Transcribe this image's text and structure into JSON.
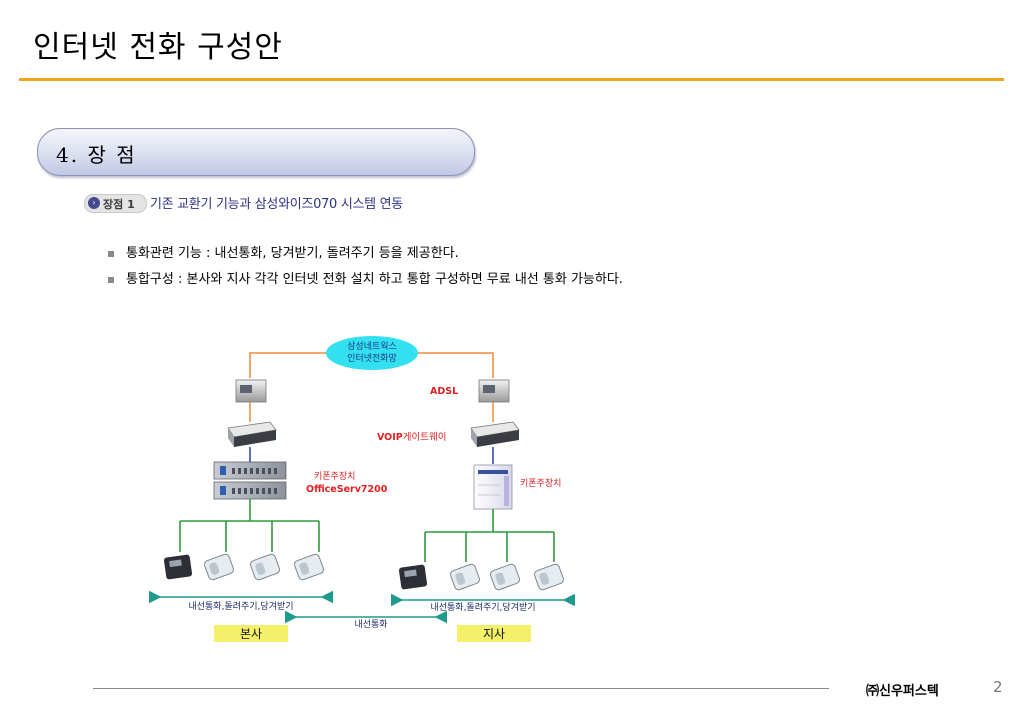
{
  "page": {
    "title": "인터넷 전화 구성안",
    "section": "4. 장 점",
    "badge_label": "장점 1",
    "subhead": "기존 교환기 기능과 삼성와이즈070 시스템 연동",
    "bullets": [
      "통화관련 기능 : 내선통화, 당겨받기, 돌려주기 등을 제공한다.",
      "통합구성 : 본사와 지사 각각 인터넷 전화 설치 하고 통합 구성하면  무료 내선 통화 가능하다."
    ]
  },
  "diagram": {
    "cloud_line1": "삼성네트웍스",
    "cloud_line2": "인터넷전화망",
    "adsl_label": "ADSL",
    "voip_label_a": "VOIP",
    "voip_label_b": "게이트웨이",
    "pbx_left_line1": "키폰주장치",
    "pbx_left_line2": "OfficeServ7200",
    "pbx_right": "키폰주장치",
    "left_functions": "내선통화,돌려주기,당겨받기",
    "right_functions": "내선통화,돌려주기,당겨받기",
    "center_call": "내선통화",
    "left_site": "본사",
    "right_site": "지사",
    "colors": {
      "wan": "#f08a3c",
      "lan": "#2f9a3a",
      "arrow": "#1f9a8c",
      "red": "#e02020",
      "cloud": "#33e0f0",
      "site": "#f4f06a"
    }
  },
  "footer": {
    "company": "㈜신우퍼스텍",
    "page_number": "2"
  }
}
